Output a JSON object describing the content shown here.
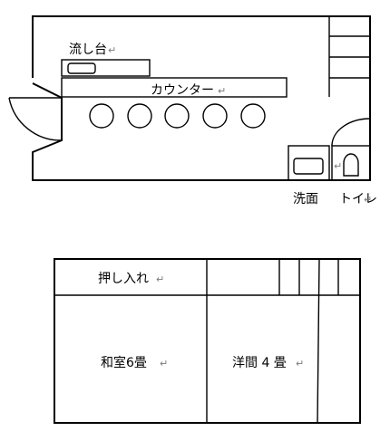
{
  "labels": {
    "sink": "流し台",
    "counter": "カウンター",
    "washroom": "洗面",
    "toilet": "トイレ",
    "closet": "押し入れ",
    "tatami_room": "和室6畳",
    "western_room": "洋間 4 畳",
    "return_mark": "↵"
  },
  "counter_stools": 5
}
